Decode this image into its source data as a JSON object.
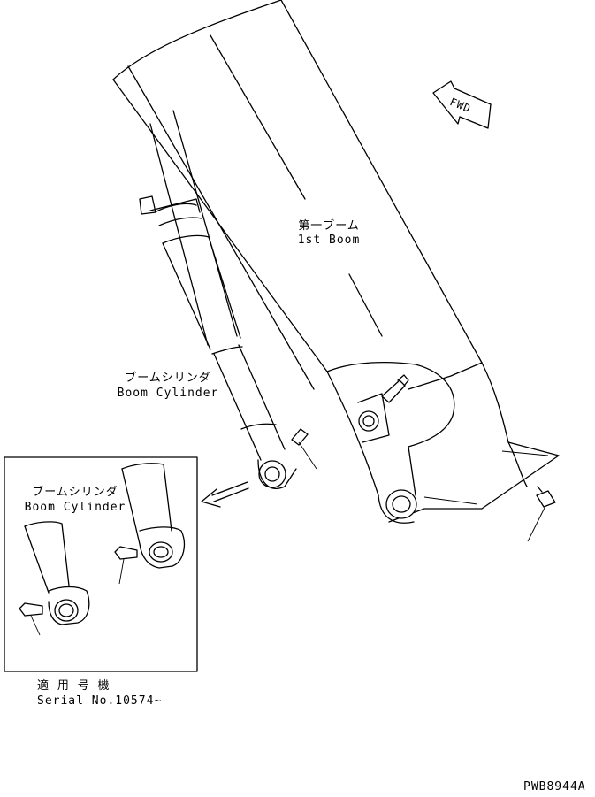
{
  "labels": {
    "boom_jp": "第一ブーム",
    "boom_en": "1st Boom",
    "cyl_jp": "ブームシリンダ",
    "cyl_en": "Boom Cylinder",
    "inset_cyl_jp": "ブームシリンダ",
    "inset_cyl_en": "Boom Cylinder",
    "serial_jp": "適 用 号 機",
    "serial_en": "Serial No.10574~",
    "fwd": "FWD",
    "part_no": "PWB8944A"
  }
}
